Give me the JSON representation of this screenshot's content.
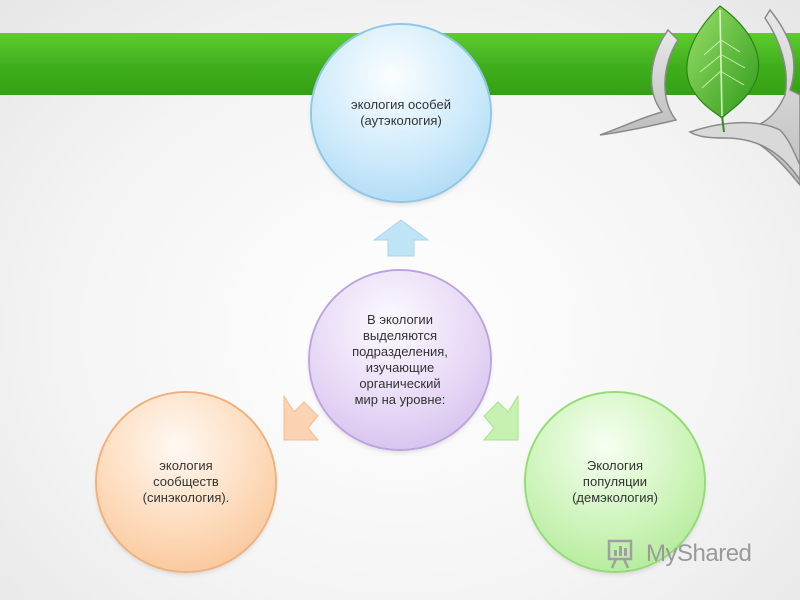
{
  "nodes": {
    "top": "экология особей\n(аутэкология)",
    "center": "В экологии\nвыделяются\nподразделения,\nизучающие\nорганический\nмир на уровне:",
    "left": "экология\nсообществ\n(синэкология).",
    "right": "Экология\nпопуляции\n(демэкология)"
  },
  "watermark": {
    "text": "MyShared"
  },
  "colors": {
    "band": "#3fae1c",
    "top": "#cbe9fb",
    "center": "#e6d7f5",
    "left": "#fdd9b8",
    "right": "#cbf3b7"
  }
}
